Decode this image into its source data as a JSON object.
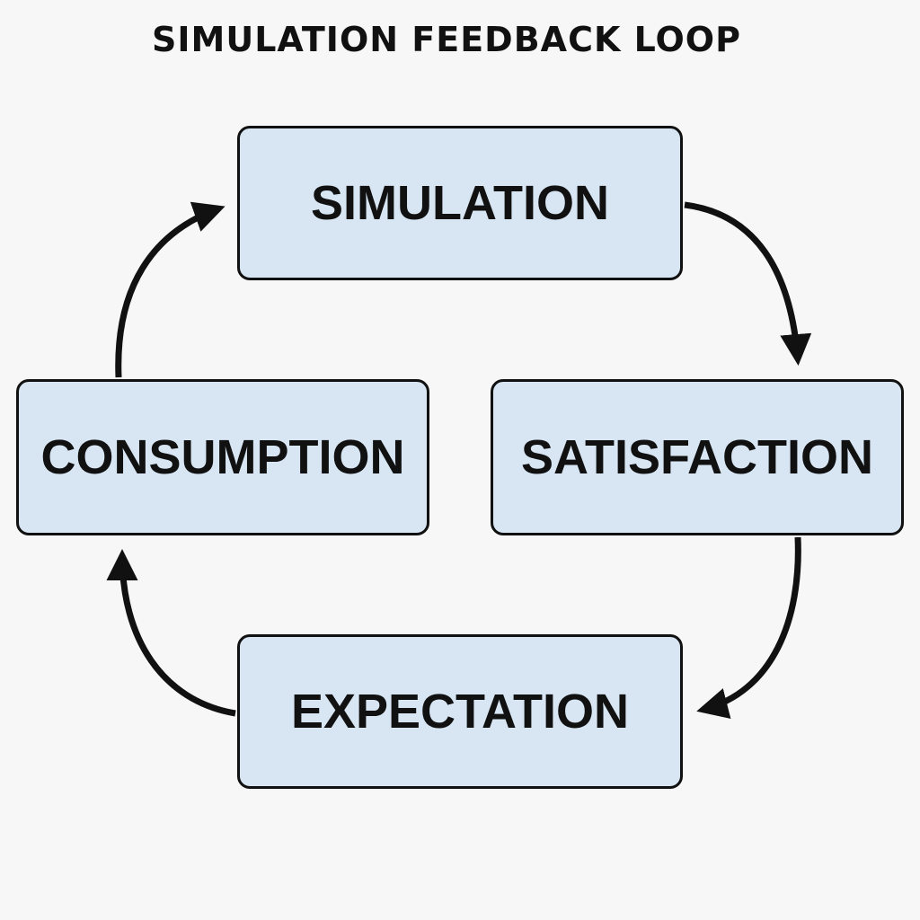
{
  "diagram": {
    "title": "SIMULATION FEEDBACK LOOP",
    "nodes": {
      "simulation": "SIMULATION",
      "satisfaction": "SATISFACTION",
      "expectation": "EXPECTATION",
      "consumption": "CONSUMPTION"
    },
    "edges": [
      {
        "from": "simulation",
        "to": "satisfaction"
      },
      {
        "from": "satisfaction",
        "to": "expectation"
      },
      {
        "from": "expectation",
        "to": "consumption"
      },
      {
        "from": "consumption",
        "to": "simulation"
      }
    ],
    "colors": {
      "node_fill": "#d8e6f4",
      "outline": "#111111",
      "background": "#f7f7f7"
    }
  }
}
